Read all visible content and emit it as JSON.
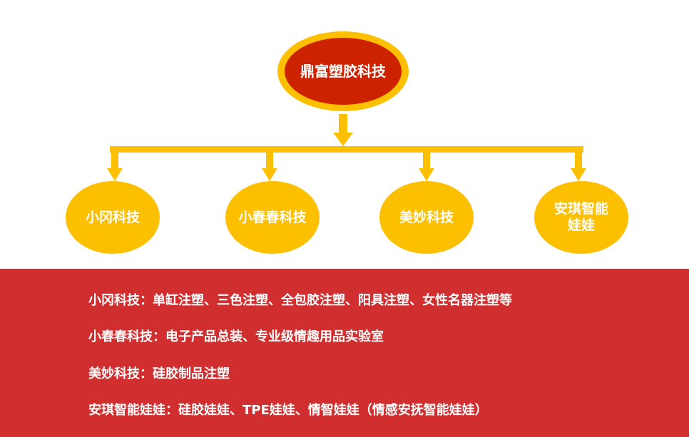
{
  "diagram": {
    "root": {
      "label": "鼎富塑胶科技"
    },
    "children": [
      {
        "label": "小冈科技"
      },
      {
        "label": "小春春科技"
      },
      {
        "label": "美妙科技"
      },
      {
        "label_line1": "安琪智能",
        "label_line2": "娃娃"
      }
    ]
  },
  "details": [
    {
      "text": "小冈科技：单缸注塑、三色注塑、全包胶注塑、阳具注塑、女性名器注塑等"
    },
    {
      "text": "小春春科技：电子产品总装、专业级情趣用品实验室"
    },
    {
      "text": "美妙科技：硅胶制品注塑"
    },
    {
      "text": "安琪智能娃娃：硅胶娃娃、TPE娃娃、情智娃娃（情感安抚智能娃娃）"
    }
  ],
  "colors": {
    "root_fill": "#cc2200",
    "root_ring": "#fcc000",
    "node_fill": "#fcc000",
    "connector": "#fcc000",
    "panel": "#d12f2f"
  }
}
